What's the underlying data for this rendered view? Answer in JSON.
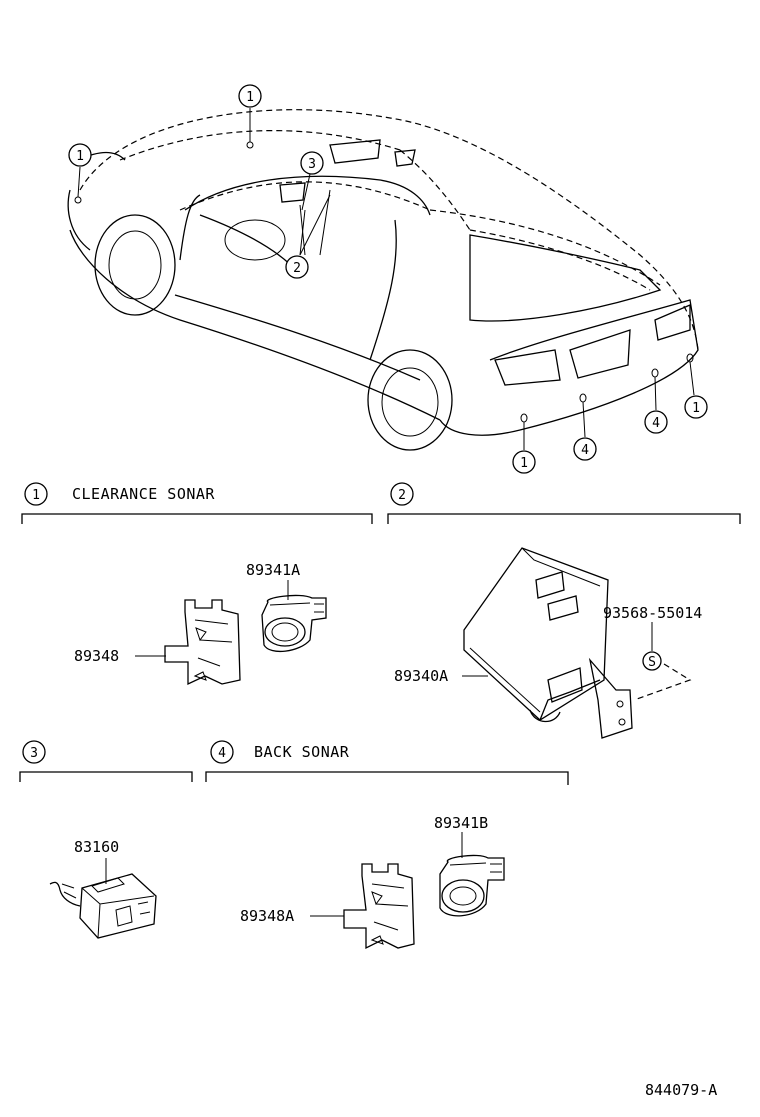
{
  "diagram": {
    "overview_callouts": [
      {
        "label": "1"
      },
      {
        "label": "1"
      },
      {
        "label": "3"
      },
      {
        "label": "2"
      },
      {
        "label": "1"
      },
      {
        "label": "4"
      },
      {
        "label": "4"
      },
      {
        "label": "1"
      }
    ],
    "sections": [
      {
        "number": "1",
        "title": "CLEARANCE SONAR"
      },
      {
        "number": "2",
        "title": ""
      },
      {
        "number": "3",
        "title": ""
      },
      {
        "number": "4",
        "title": "BACK SONAR"
      }
    ],
    "parts": {
      "p89341A": "89341A",
      "p89348": "89348",
      "p89340A": "89340A",
      "p93568": "93568-55014",
      "p83160": "83160",
      "p89341B": "89341B",
      "p89348A": "89348A"
    },
    "screw_mark": "S",
    "drawing_number": "844079-A"
  }
}
